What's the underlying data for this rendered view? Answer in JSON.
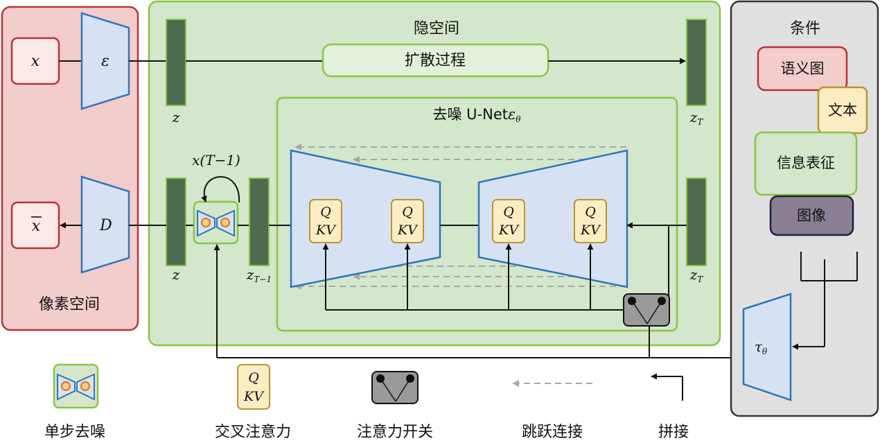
{
  "regions": {
    "pixel_space": "像素空间",
    "latent_space": "隐空间",
    "conditioning": "条件"
  },
  "pixel": {
    "x": "x",
    "x_bar": "x",
    "encoder": "ε",
    "decoder": "D"
  },
  "latent": {
    "diffusion_process": "扩散过程",
    "z_top": "z",
    "zT_top_main": "z",
    "zT_top_sub": "T",
    "z_bottom": "z",
    "z_prev_main": "z",
    "z_prev_sub": "T−1",
    "zT_bottom_main": "z",
    "zT_bottom_sub": "T",
    "loop_label": "x(T−1)"
  },
  "unet": {
    "title_cn": "去噪 U-Net",
    "title_eps": "ε",
    "title_sub": "θ",
    "q": "Q",
    "kv": "KV"
  },
  "conditions": {
    "semantic_map": "语义图",
    "text": "文本",
    "representation": "信息表征",
    "image": "图像",
    "tau": "τ",
    "tau_sub": "θ"
  },
  "legend": {
    "denoise_step": "单步去噪",
    "cross_attention": "交叉注意力",
    "attention_switch": "注意力开关",
    "skip_connection": "跳跃连接",
    "concat": "拼接"
  },
  "colors": {
    "pixel_fill": "#f3cccc",
    "pixel_stroke": "#b5343a",
    "latent_fill": "#d4e6cc",
    "latent_stroke": "#8ac43f",
    "cond_fill": "#e0e0e0",
    "cond_stroke": "#333333",
    "trap_fill": "#d6e2f3",
    "trap_stroke": "#2e75b6",
    "z_fill": "#4f6b4f",
    "qkv_fill": "#fcecc4",
    "qkv_stroke": "#b8962e",
    "image_fill": "#8a7f93",
    "switch_fill": "#9a9a9a"
  }
}
